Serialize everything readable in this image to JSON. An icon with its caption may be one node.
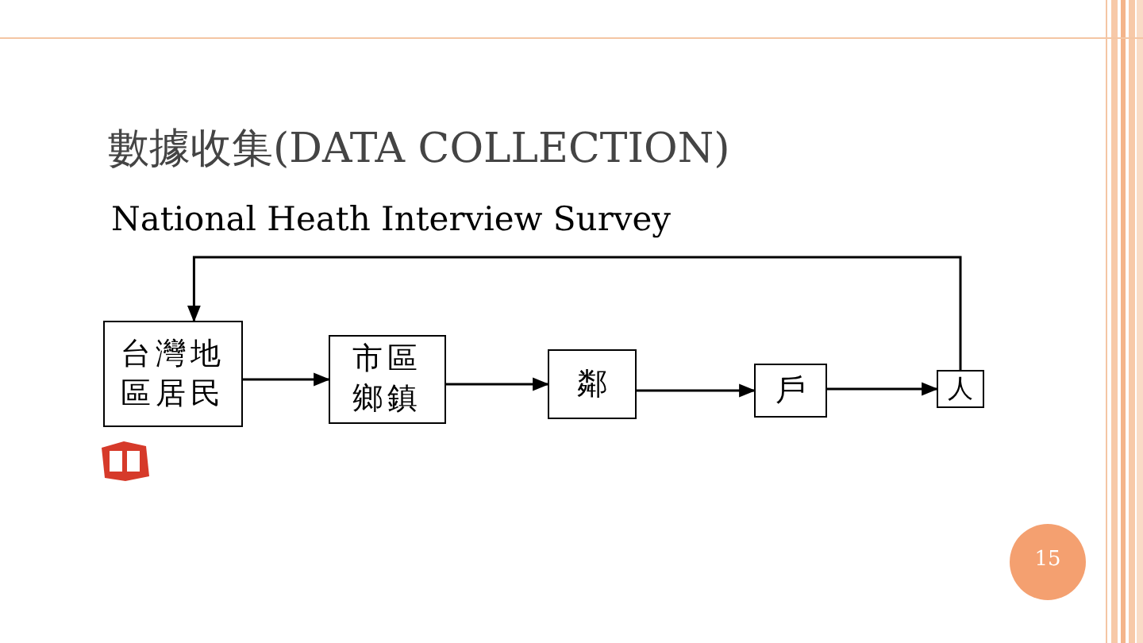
{
  "diagram": {
    "title": "數據收集(DATA COLLECTION)",
    "nodes": [
      {
        "text": [
          "台灣地區居民"
        ]
      },
      {
        "text": [
          "市區鄉鎮"
        ]
      },
      {
        "text": [
          "鄰"
        ]
      },
      {
        "text": [
          "戶"
        ]
      },
      {
        "text": [
          "人"
        ]
      }
    ],
    "edges": [
      {
        "from": 0,
        "to": 1,
        "arrow": "to"
      },
      {
        "from": 1,
        "to": 2,
        "arrow": "to"
      },
      {
        "from": 2,
        "to": 3,
        "arrow": "to"
      },
      {
        "from": 3,
        "to": 4,
        "arrow": "to"
      },
      {
        "from": 4,
        "to": 0,
        "arrow": "to"
      }
    ],
    "labels": [
      "National Heath Interview Survey",
      "15"
    ]
  }
}
